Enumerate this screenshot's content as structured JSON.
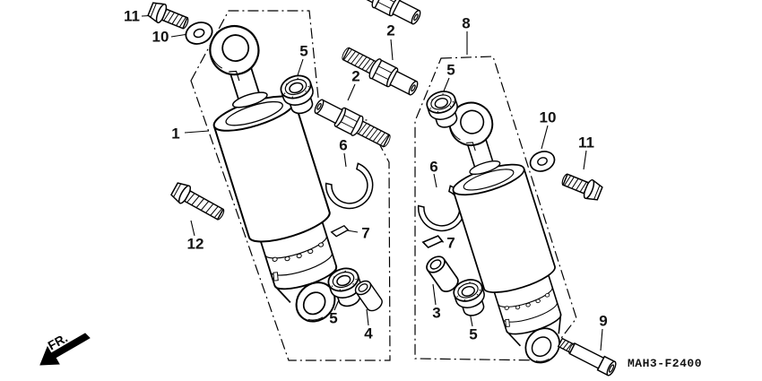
{
  "figure": {
    "type": "exploded-parts-diagram",
    "part_code": "MAH3-F2400",
    "direction_label": "FR.",
    "callouts": [
      "1",
      "2",
      "2",
      "3",
      "4",
      "5",
      "5",
      "5",
      "5",
      "6",
      "6",
      "7",
      "7",
      "8",
      "9",
      "10",
      "10",
      "11",
      "11",
      "12"
    ]
  }
}
